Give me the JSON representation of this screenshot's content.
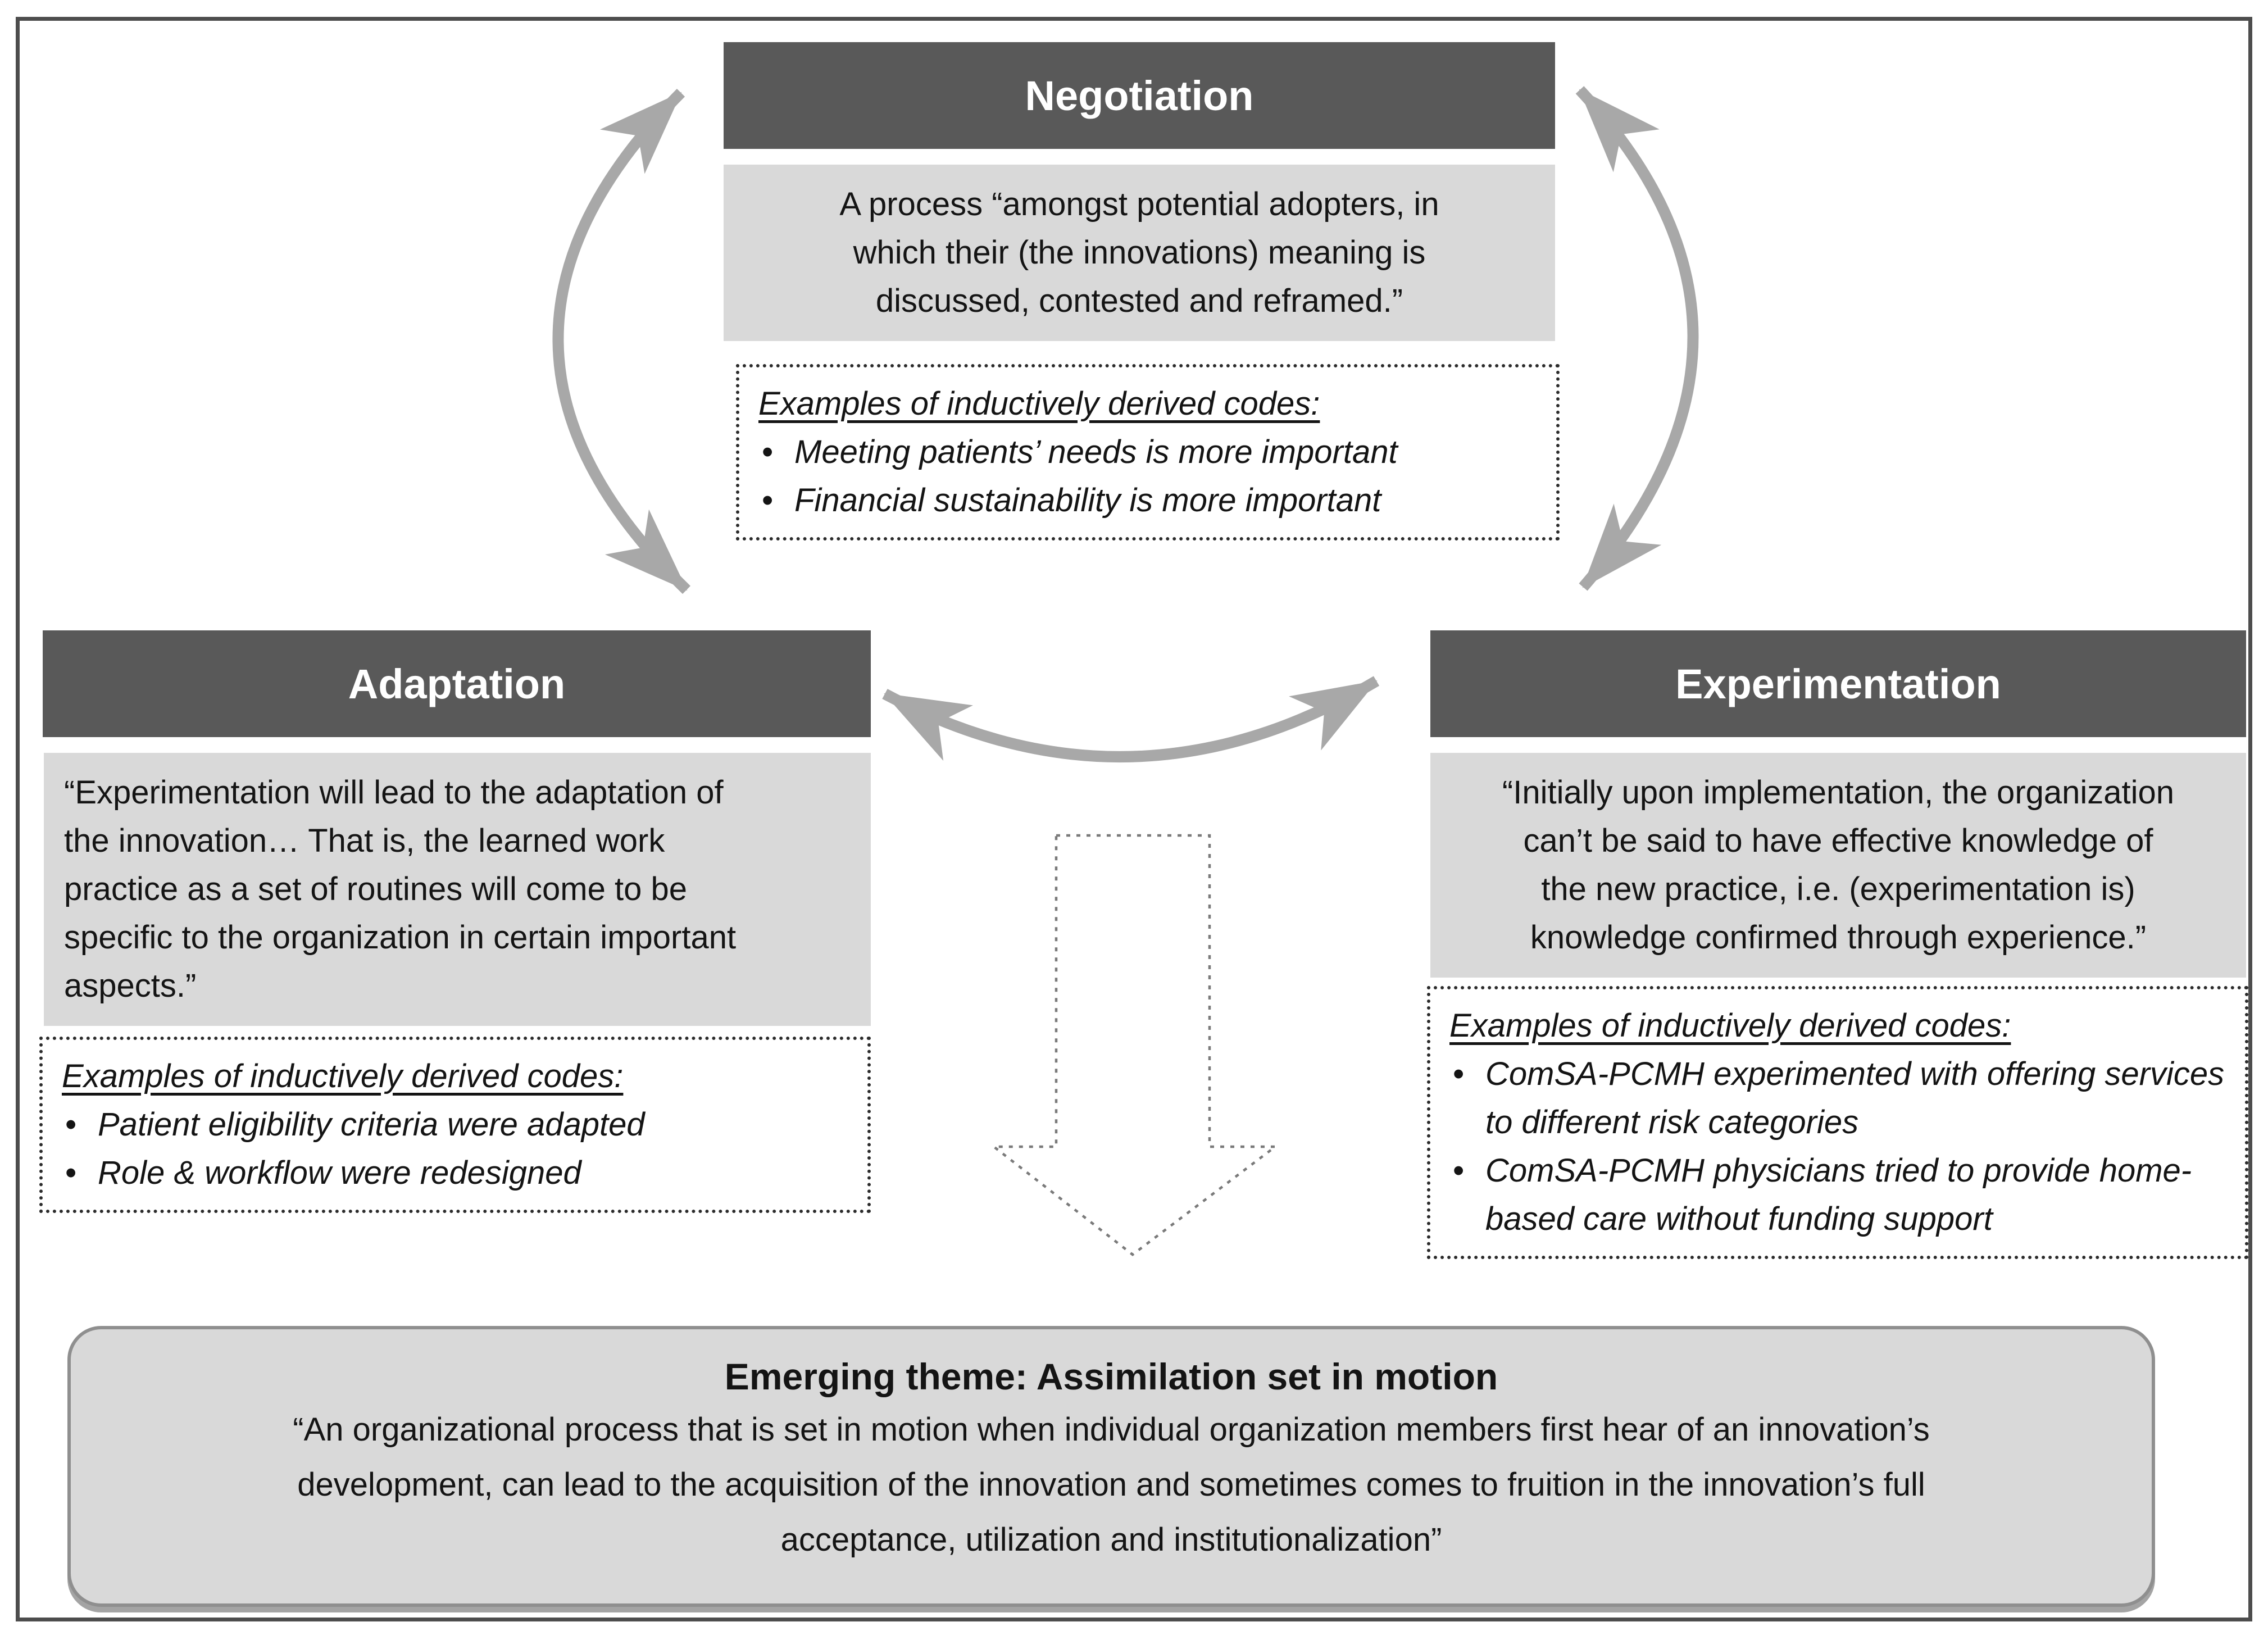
{
  "theme": {
    "header_bg": "#595959",
    "header_text": "#ffffff",
    "quote_bg": "#d9d9d9",
    "text": "#141414",
    "arrow": "#a8a8a8",
    "frame_border": "#4d4d4d",
    "dotted_border": "#2b2b2b",
    "emerging_bg": "#d9d9d9",
    "emerging_border": "#8f8f8f"
  },
  "bullet_glyph": "•",
  "nodes": {
    "negotiation": {
      "title": "Negotiation",
      "quote_lines": [
        "A process “amongst potential adopters, in",
        "which their (the innovations) meaning is",
        "discussed, contested and reframed.”"
      ],
      "examples": {
        "title": "Examples of inductively derived codes:",
        "bullets": [
          "Meeting patients’ needs is more important",
          "Financial sustainability is more important"
        ]
      }
    },
    "adaptation": {
      "title": "Adaptation",
      "quote_lines": [
        "“Experimentation will lead to the adaptation of",
        "the innovation… That is, the learned work",
        "practice as a set of routines will come to be",
        "specific to the organization in certain important",
        "aspects.”"
      ],
      "examples": {
        "title": "Examples of inductively derived codes:",
        "bullets": [
          "Patient eligibility criteria were adapted",
          "Role & workflow were redesigned"
        ]
      }
    },
    "experimentation": {
      "title": "Experimentation",
      "quote_lines": [
        "“Initially upon implementation, the organization",
        "can’t be said to have effective knowledge of",
        "the new practice, i.e. (experimentation is)",
        "knowledge confirmed through experience.”"
      ],
      "examples": {
        "title": "Examples of inductively derived codes:",
        "bullets": [
          "ComSA-PCMH experimented with offering services to different risk categories",
          "ComSA-PCMH physicians tried to provide home-based care without funding support"
        ]
      }
    }
  },
  "emerging": {
    "title": "Emerging theme: Assimilation set in motion",
    "body_lines": [
      "“An organizational process that is set in motion when individual organization members first hear of  an innovation’s",
      "development, can lead to the acquisition of the innovation and sometimes comes to fruition in the innovation’s full",
      "acceptance, utilization and institutionalization”"
    ]
  }
}
